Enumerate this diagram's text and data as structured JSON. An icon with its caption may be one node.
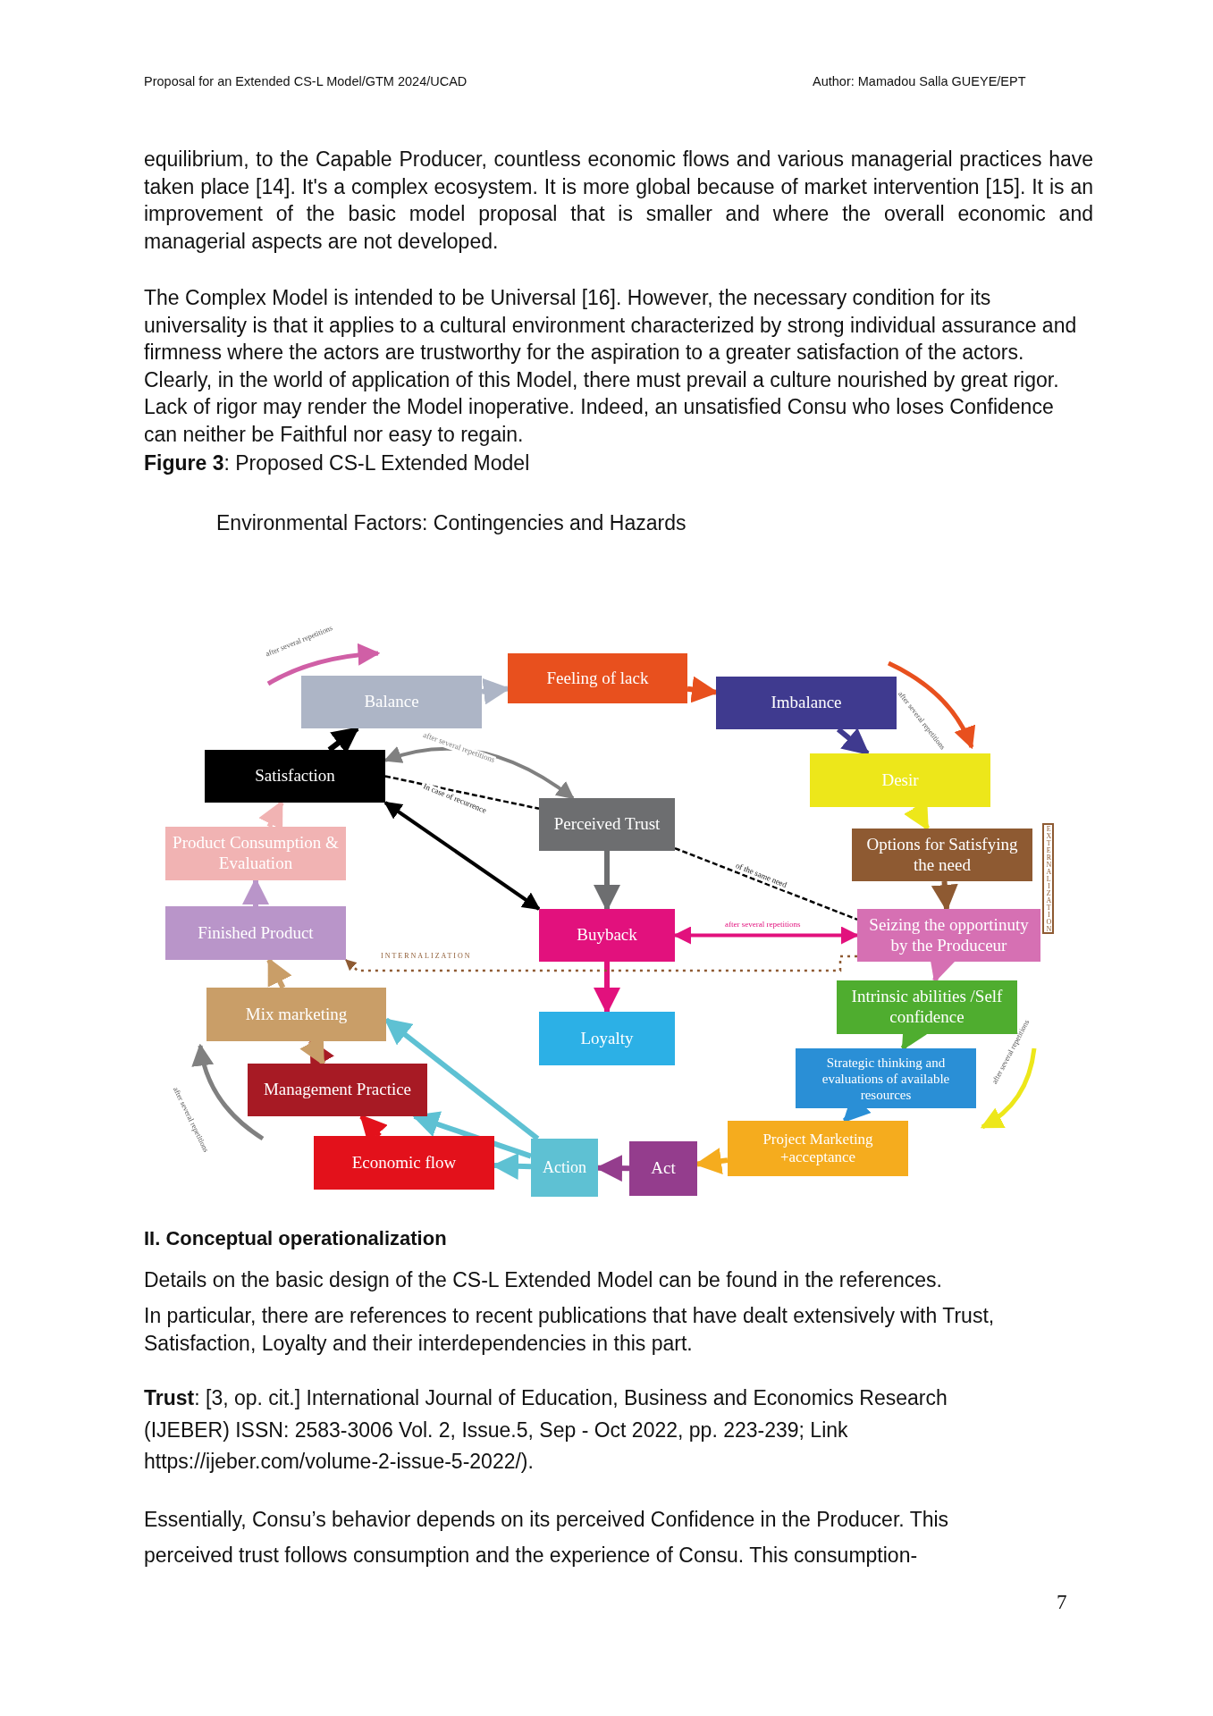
{
  "diagram": {
    "nodes": [
      {
        "text": [
          "Balance"
        ]
      },
      {
        "text": [
          "Feeling of lack"
        ]
      },
      {
        "text": [
          "Imbalance"
        ]
      },
      {
        "text": [
          "Satisfaction"
        ]
      },
      {
        "text": [
          "Desir"
        ]
      },
      {
        "text": [
          "Perceived Trust"
        ]
      },
      {
        "text": [
          "Product Consumption & Evaluation"
        ]
      },
      {
        "text": [
          "Options for Satisfying the need"
        ]
      },
      {
        "text": [
          "Finished Product"
        ]
      },
      {
        "text": [
          "Buyback"
        ]
      },
      {
        "text": [
          "Seizing the opportinuty by the Produceur"
        ]
      },
      {
        "text": [
          "Mix marketing"
        ]
      },
      {
        "text": [
          "Loyalty"
        ]
      },
      {
        "text": [
          "Intrinsic abilities /Self confidence"
        ]
      },
      {
        "text": [
          "Strategic thinking and evaluations of available resources"
        ]
      },
      {
        "text": [
          "Management Practice"
        ]
      },
      {
        "text": [
          "Project Marketing +acceptance"
        ]
      },
      {
        "text": [
          "Economic flow"
        ]
      },
      {
        "text": [
          "Action"
        ]
      },
      {
        "text": [
          "Act"
        ]
      }
    ],
    "edges": [
      {
        "from": 0,
        "to": 1,
        "arrow": "to",
        "color": "#adb5c6"
      },
      {
        "from": 1,
        "to": 2,
        "arrow": "to",
        "color": "#e8501e"
      },
      {
        "from": 2,
        "to": 4,
        "arrow": "to",
        "color": "#3f3a8f"
      },
      {
        "from": 4,
        "to": 7,
        "arrow": "to",
        "color": "#ede71a"
      },
      {
        "from": 7,
        "to": 10,
        "arrow": "to",
        "color": "#8e5a32"
      },
      {
        "from": 10,
        "to": 13,
        "arrow": "to",
        "color": "#d670b3"
      },
      {
        "from": 13,
        "to": 14,
        "arrow": "to",
        "color": "#4fad2f"
      },
      {
        "from": 14,
        "to": 16,
        "arrow": "to",
        "color": "#2a8fd6"
      },
      {
        "from": 16,
        "to": 19,
        "arrow": "to",
        "color": "#f5ac1e"
      },
      {
        "from": 19,
        "to": 18,
        "arrow": "to",
        "color": "#943d8d"
      },
      {
        "from": 18,
        "to": 11,
        "arrow": "to",
        "color": "#5ec1d3"
      },
      {
        "from": 18,
        "to": 15,
        "arrow": "to",
        "color": "#5ec1d3"
      },
      {
        "from": 18,
        "to": 17,
        "arrow": "to",
        "color": "#5ec1d3"
      },
      {
        "from": 17,
        "to": 15,
        "arrow": "to",
        "color": "#e3111b"
      },
      {
        "from": 15,
        "to": 11,
        "arrow": "to",
        "color": "#a71a24"
      },
      {
        "from": 11,
        "to": 15,
        "arrow": "to",
        "color": "#c99e68"
      },
      {
        "from": 11,
        "to": 8,
        "arrow": "to",
        "color": "#c99e68"
      },
      {
        "from": 8,
        "to": 6,
        "arrow": "to",
        "color": "#b995c9"
      },
      {
        "from": 6,
        "to": 3,
        "arrow": "to",
        "color": "#f1b3b3"
      },
      {
        "from": 3,
        "to": 0,
        "arrow": "to"
      },
      {
        "from": 5,
        "to": 9,
        "arrow": "to",
        "color": "#6d6e70"
      },
      {
        "from": 9,
        "to": 12,
        "arrow": "to",
        "color": "#e2117d"
      },
      {
        "from": 3,
        "to": 5,
        "arrow": "both",
        "label": "after several repetitions",
        "color": "#808080"
      },
      {
        "from": 3,
        "to": 5,
        "arrow": "none",
        "label": "In case of recurrence",
        "style": "dashed"
      },
      {
        "from": 3,
        "to": 9,
        "arrow": "both"
      },
      {
        "from": 5,
        "to": 10,
        "arrow": "none",
        "label": "of the same need",
        "style": "dashed"
      },
      {
        "from": 9,
        "to": 10,
        "arrow": "both",
        "label": "after several repetitions",
        "color": "#e2117d"
      },
      {
        "from": 10,
        "to": 8,
        "arrow": "to",
        "label": "INTERNALIZATION",
        "style": "dashed",
        "color": "#8e5a32"
      }
    ],
    "labels": [
      "Proposal for an Extended CS-L Model/GTM 2024/UCAD",
      "Author: Mamadou Salla GUEYE/EPT",
      "equilibrium, to the Capable Producer, countless economic flows and various managerial practices have taken place [14]. It's a complex ecosystem. It is more global because of market intervention [15]. It is an improvement of the basic model proposal that is smaller and where the overall economic and managerial aspects are not developed.",
      "The Complex Model is intended to be Universal [16]. However, the necessary condition for its universality is that it applies to a cultural environment characterized by strong individual assurance and firmness where the actors are trustworthy for the aspiration to a greater satisfaction of the actors. Clearly, in the world of application of this Model, there must prevail a culture nourished by great rigor. Lack of rigor may render the Model inoperative. Indeed, an unsatisfied Consu who loses Confidence can neither be Faithful nor easy to regain.",
      "**Figure 3**: Proposed CS-L Extended Model",
      "Environmental Factors: Contingencies and Hazards",
      "after several repetitions",
      "after several repetitions",
      "EXTERNALIZATION",
      "after several repetitions",
      "after several repetitions",
      "II. Conceptual operationalization",
      "Details on the basic design of the CS-L Extended Model can be found in the references.",
      "In particular, there are references to recent publications that have dealt extensively with Trust, Satisfaction, Loyalty and their interdependencies in this part.",
      "**Trust**: [3, op. cit.] International Journal of Education, Business and Economics Research (IJEBER) ISSN: 2583-3006 Vol. 2, Issue.5, Sep - Oct 2022, pp. 223-239; Link https://ijeber.com/volume-2-issue-5-2022/).",
      "Essentially, Consu’s behavior depends on its perceived Confidence in the Producer. This perceived trust follows consumption and the experience of Consu. This consumption-",
      "7"
    ]
  }
}
